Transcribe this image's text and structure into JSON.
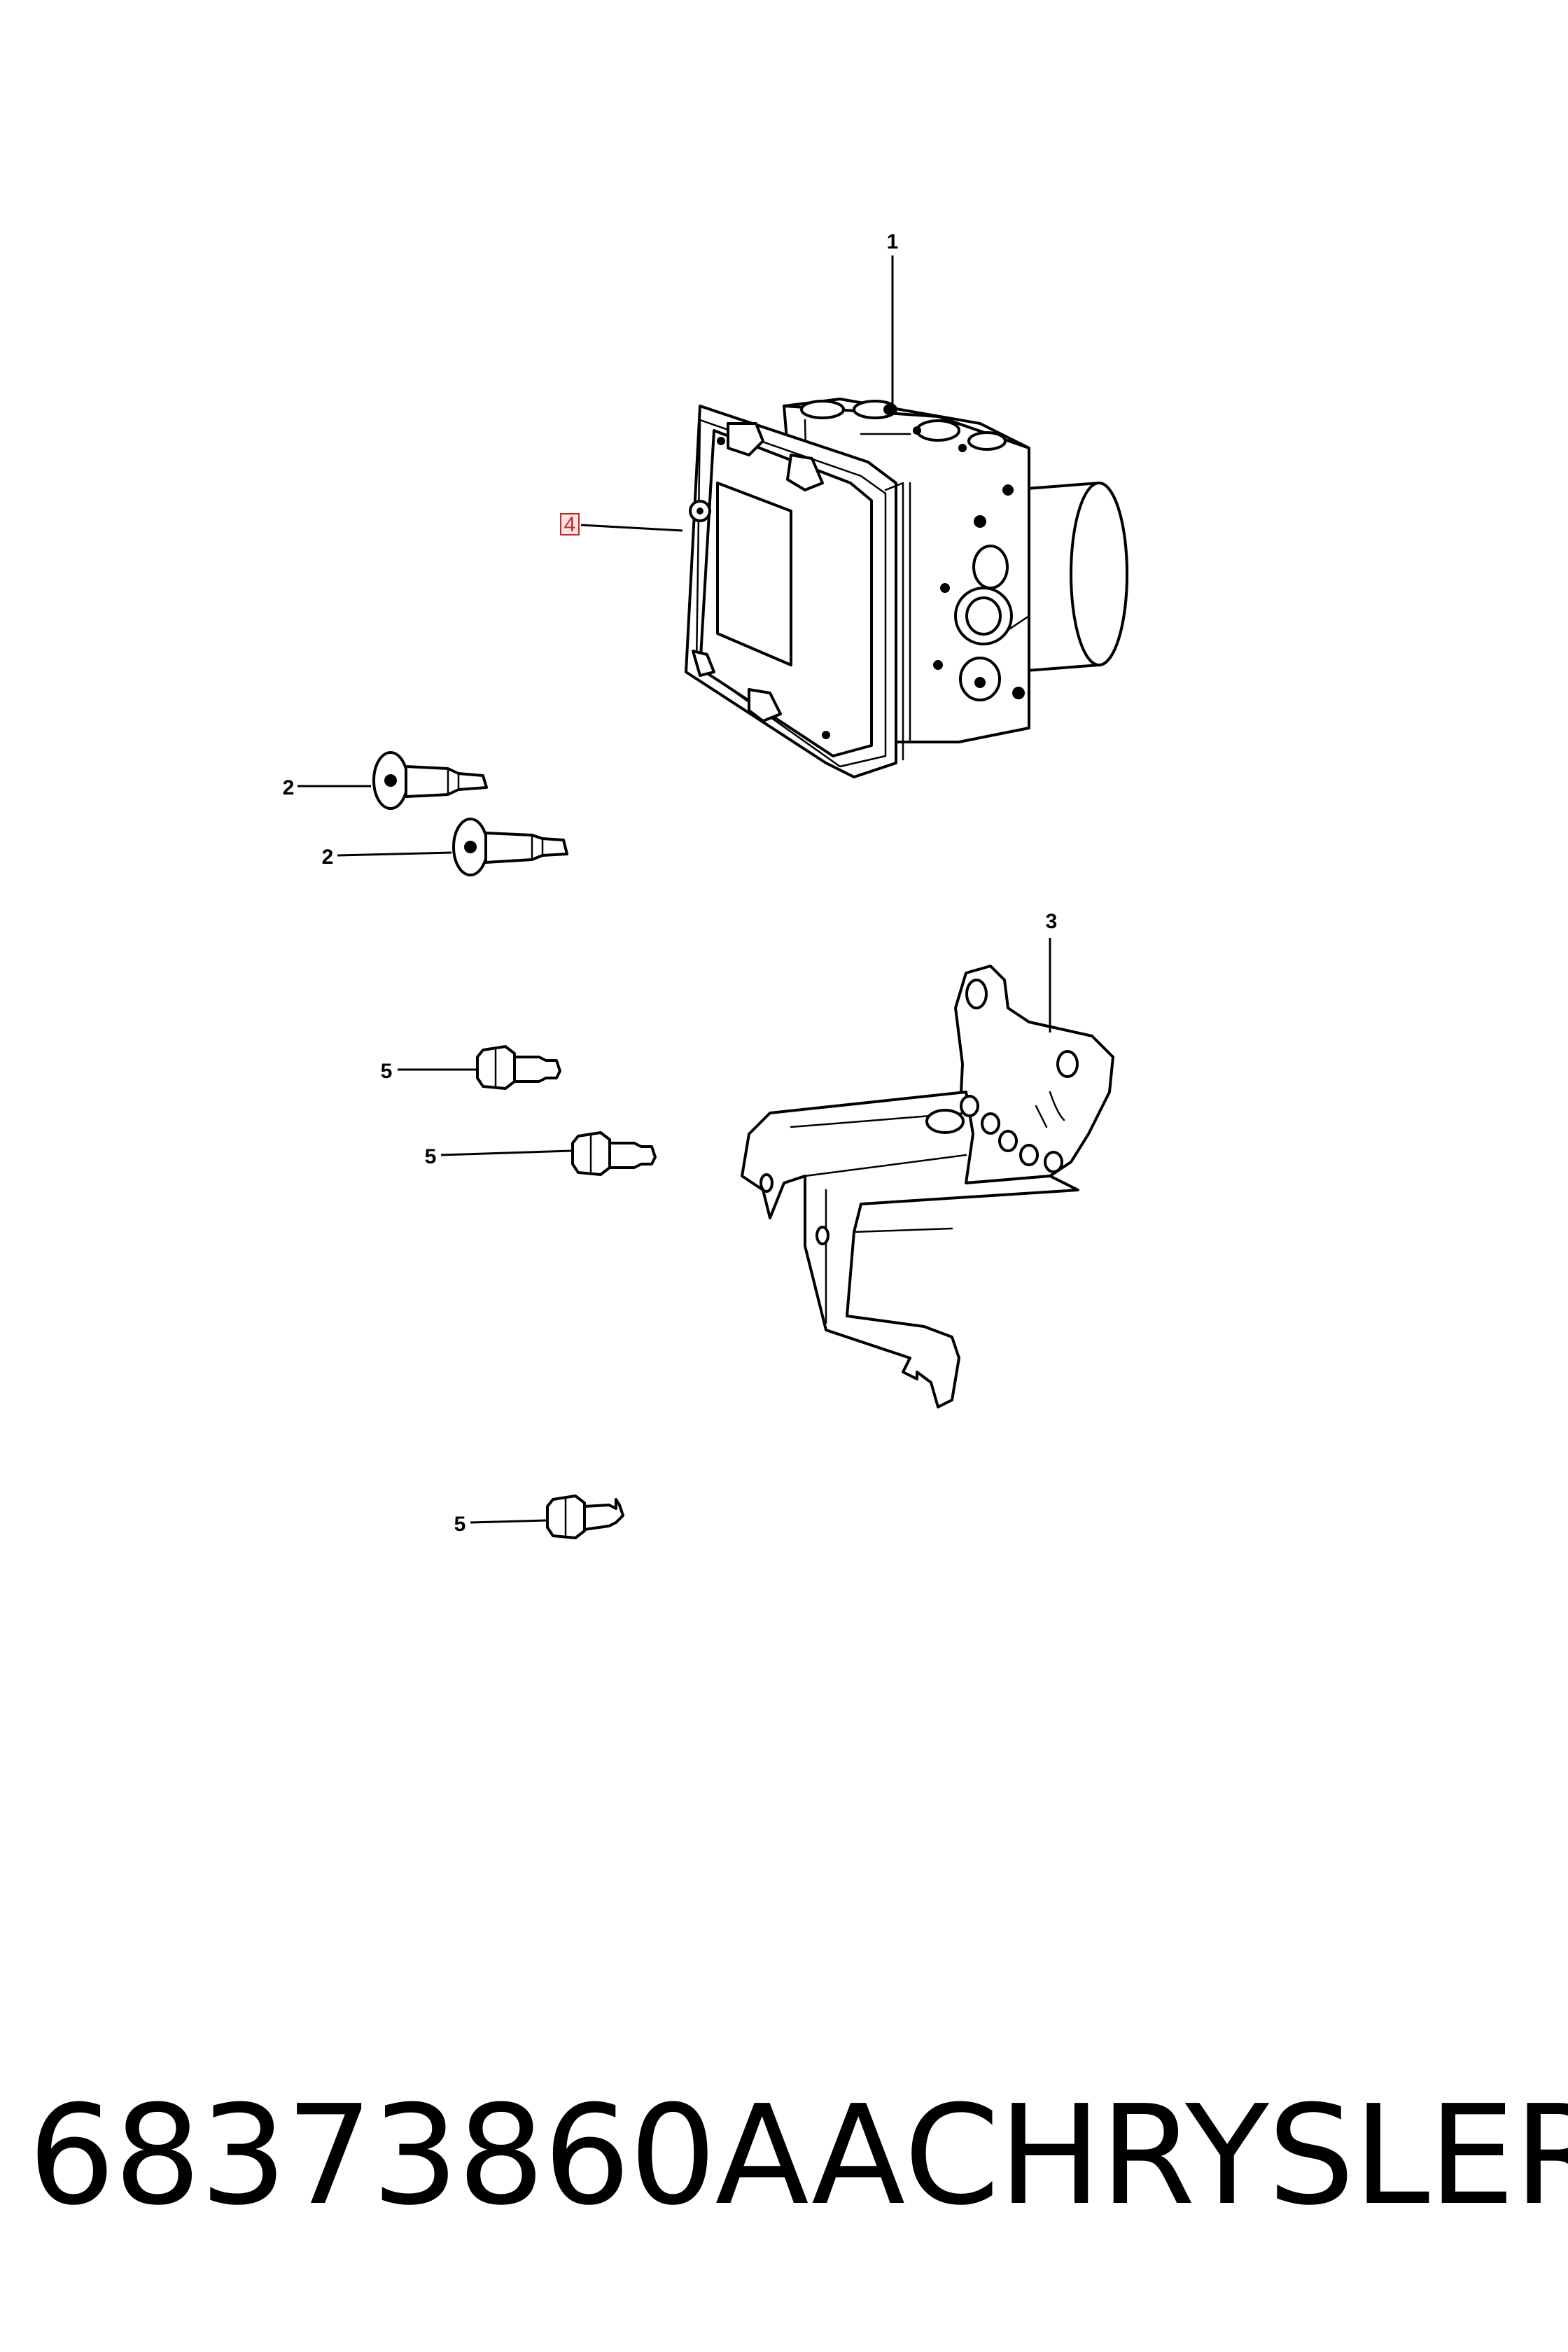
{
  "callouts": {
    "c1": "1",
    "c2a": "2",
    "c2b": "2",
    "c3": "3",
    "c4": "4",
    "c5a": "5",
    "c5b": "5",
    "c5c": "5"
  },
  "footer": {
    "part_number": "68373860AA",
    "brand": "CHRYSLER"
  },
  "colors": {
    "line": "#000000",
    "callout_highlight": "#c62828",
    "background": "#ffffff"
  }
}
